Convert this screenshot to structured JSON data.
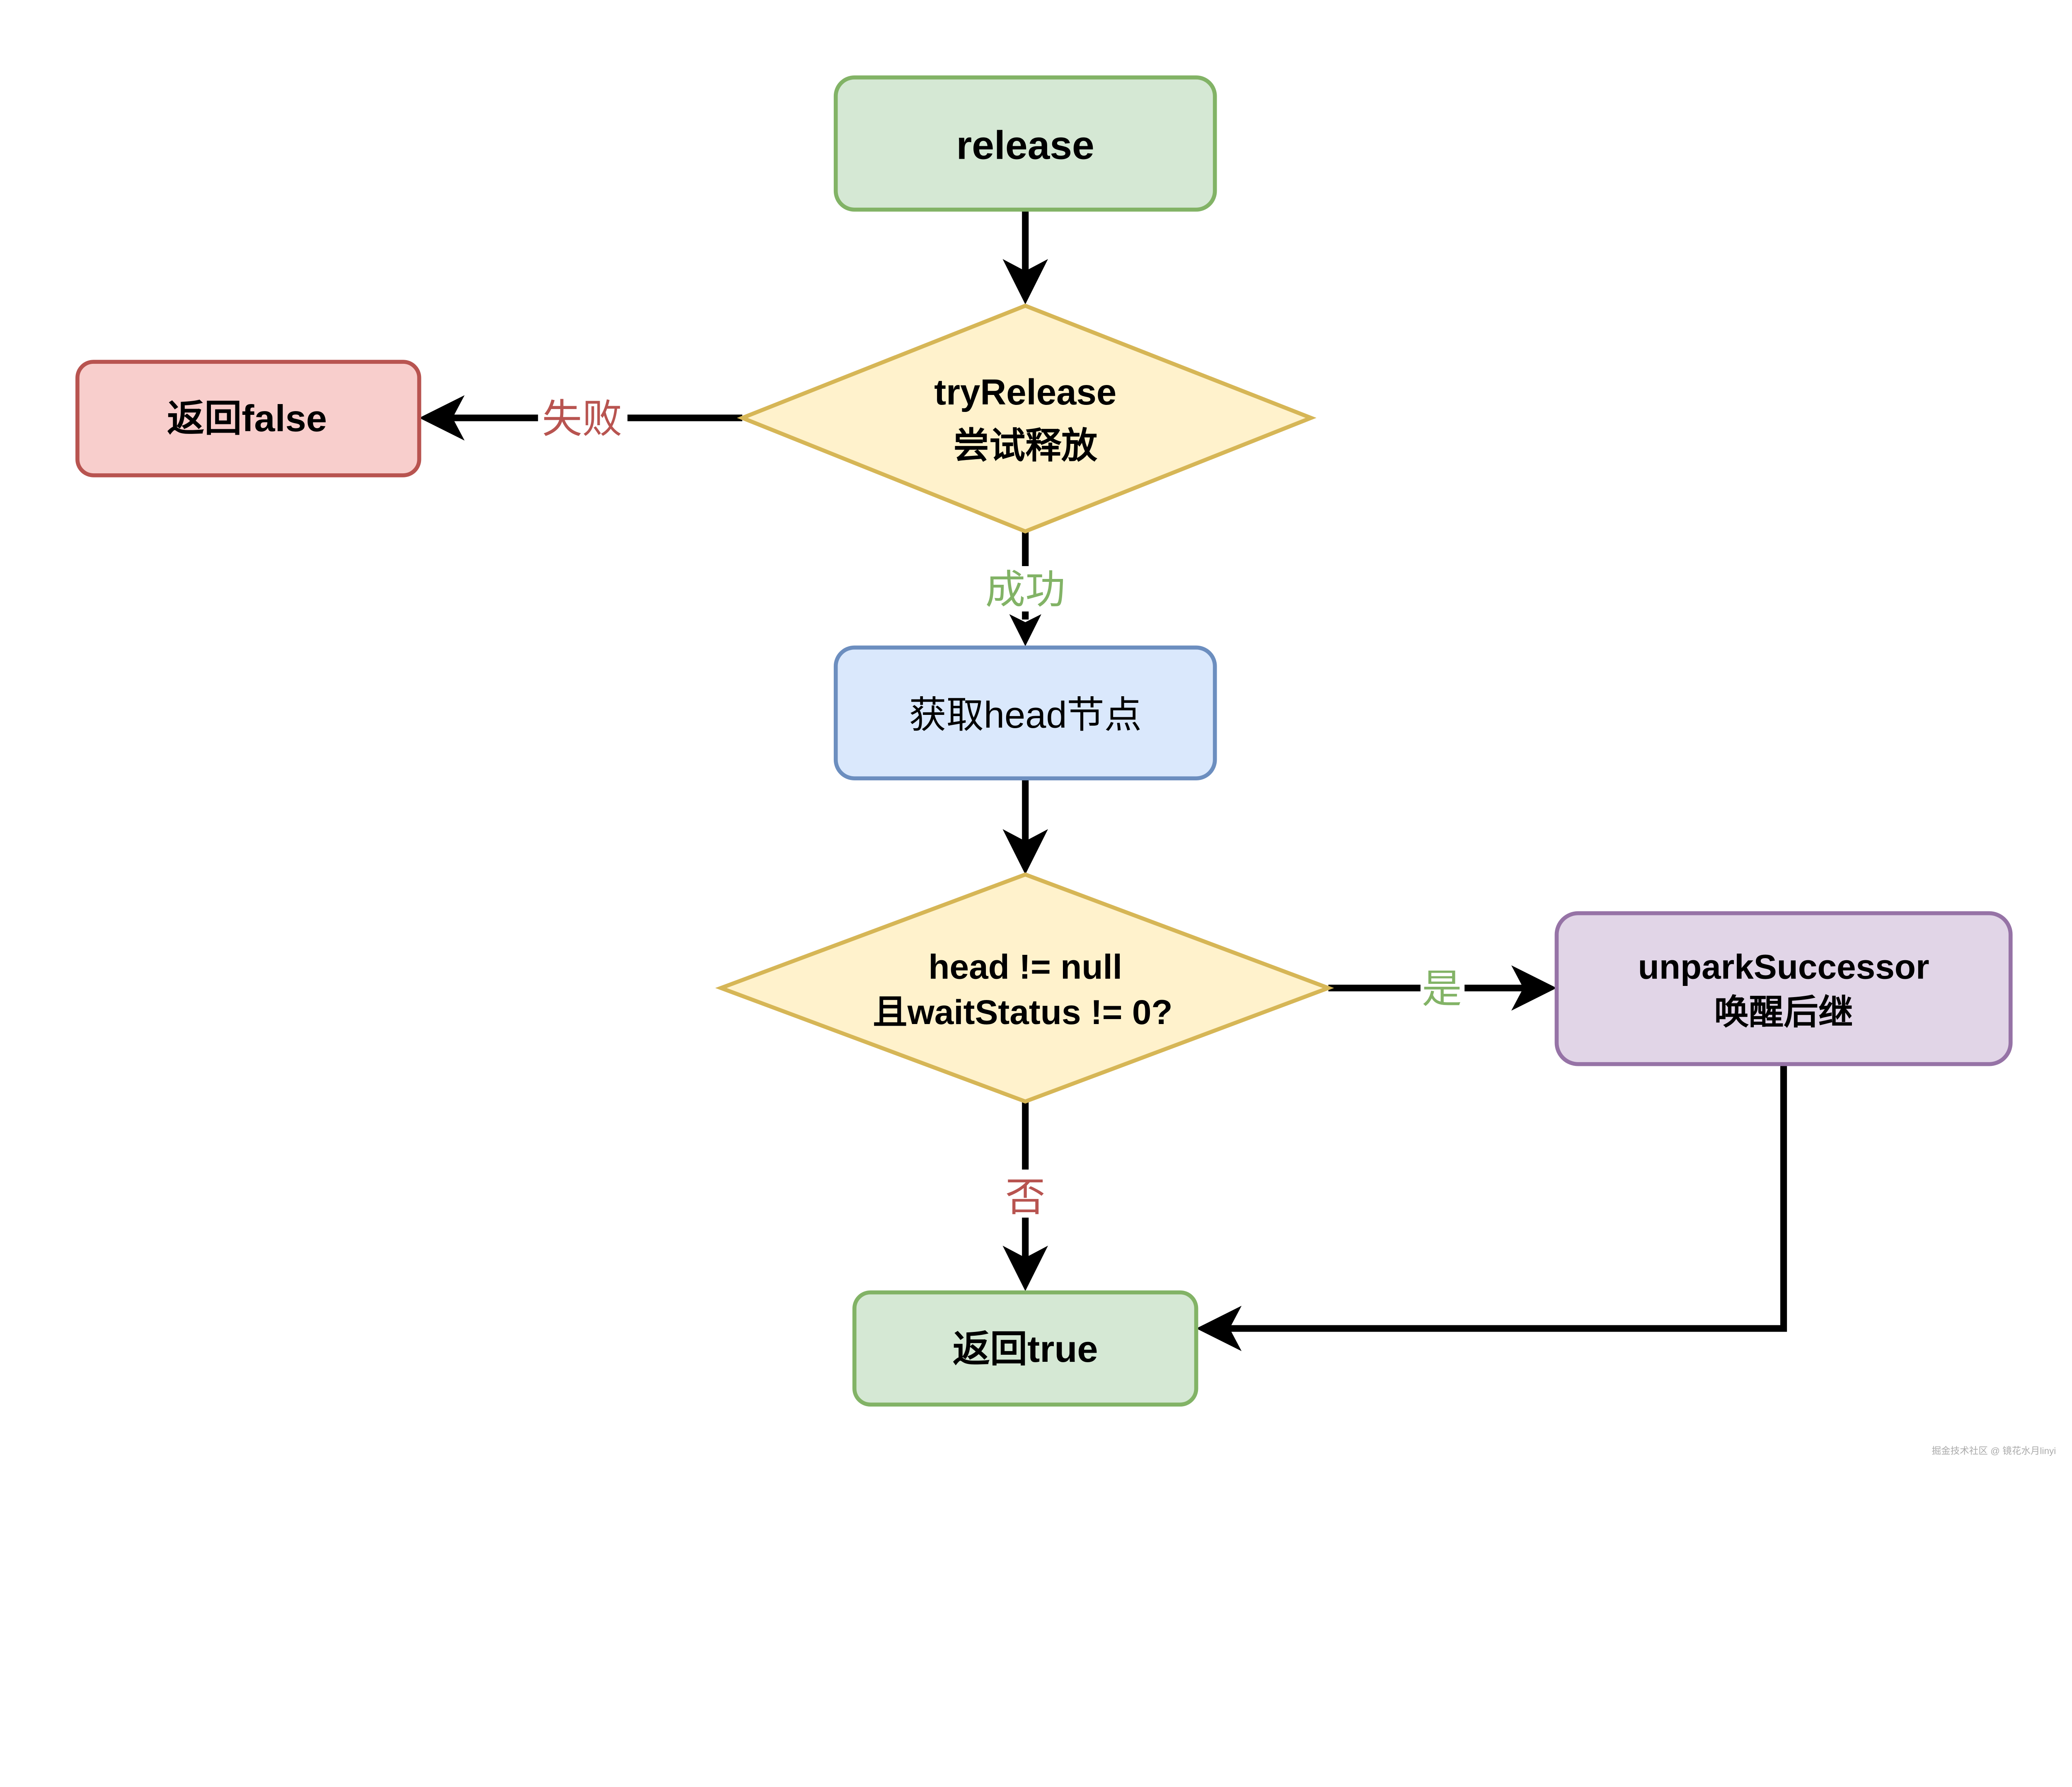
{
  "nodes": {
    "release": {
      "label": "release",
      "fill": "#d5e8d4",
      "stroke": "#82b366"
    },
    "try_release": {
      "line1": "tryRelease",
      "line2": "尝试释放",
      "fill": "#fff2cc",
      "stroke": "#d6b656"
    },
    "return_false": {
      "label": "返回false",
      "fill": "#f8cecc",
      "stroke": "#b85450"
    },
    "get_head": {
      "label": "获取head节点",
      "fill": "#dae8fc",
      "stroke": "#6c8ebf"
    },
    "check_head": {
      "line1": "head != null",
      "line2": "且waitStatus != 0?",
      "fill": "#fff2cc",
      "stroke": "#d6b656"
    },
    "unpark": {
      "line1": "unparkSuccessor",
      "line2": "唤醒后继",
      "fill": "#e1d5e7",
      "stroke": "#9673a6"
    },
    "return_true": {
      "label": "返回true",
      "fill": "#d5e8d4",
      "stroke": "#82b366"
    }
  },
  "edges": {
    "fail": {
      "label": "失败",
      "color": "#b85450"
    },
    "success": {
      "label": "成功",
      "color": "#82b366"
    },
    "yes": {
      "label": "是",
      "color": "#82b366"
    },
    "no": {
      "label": "否",
      "color": "#b85450"
    }
  },
  "watermark": "掘金技术社区 @ 镜花水月linyi"
}
